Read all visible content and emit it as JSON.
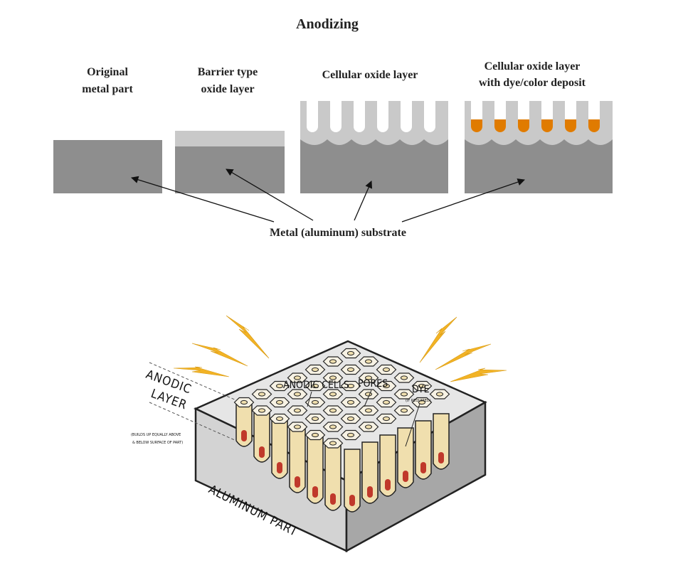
{
  "top": {
    "title": "Anodizing",
    "stages": [
      {
        "line1": "Original",
        "line2": "metal part"
      },
      {
        "line1": "Barrier type",
        "line2": "oxide layer"
      },
      {
        "line1": "Cellular oxide layer",
        "line2": ""
      },
      {
        "line1": "Cellular oxide layer",
        "line2": "with dye/color deposit"
      }
    ],
    "substrate_label": "Metal (aluminum) substrate"
  },
  "bottom": {
    "anodic_layer_line1": "ANODIC",
    "anodic_layer_line2": "LAYER",
    "builds_up_line1": "(BUILDS UP EQUALLY ABOVE",
    "builds_up_line2": "& BELOW SURFACE OF PART)",
    "anodic_cells": "ANODIC CELLS",
    "pores": "PORES",
    "dye": "DYE",
    "if_required": "(IF REQUIRED)",
    "aluminum_part": "ALUMINUM PART"
  },
  "colors": {
    "metal": "#8e8e8e",
    "barrier_oxide": "#c9c9c9",
    "pore": "#ffffff",
    "dye": "#e07b00",
    "cell_cream": "#f0dfae",
    "dye_red": "#c0392b",
    "spark": "#f2b326"
  }
}
